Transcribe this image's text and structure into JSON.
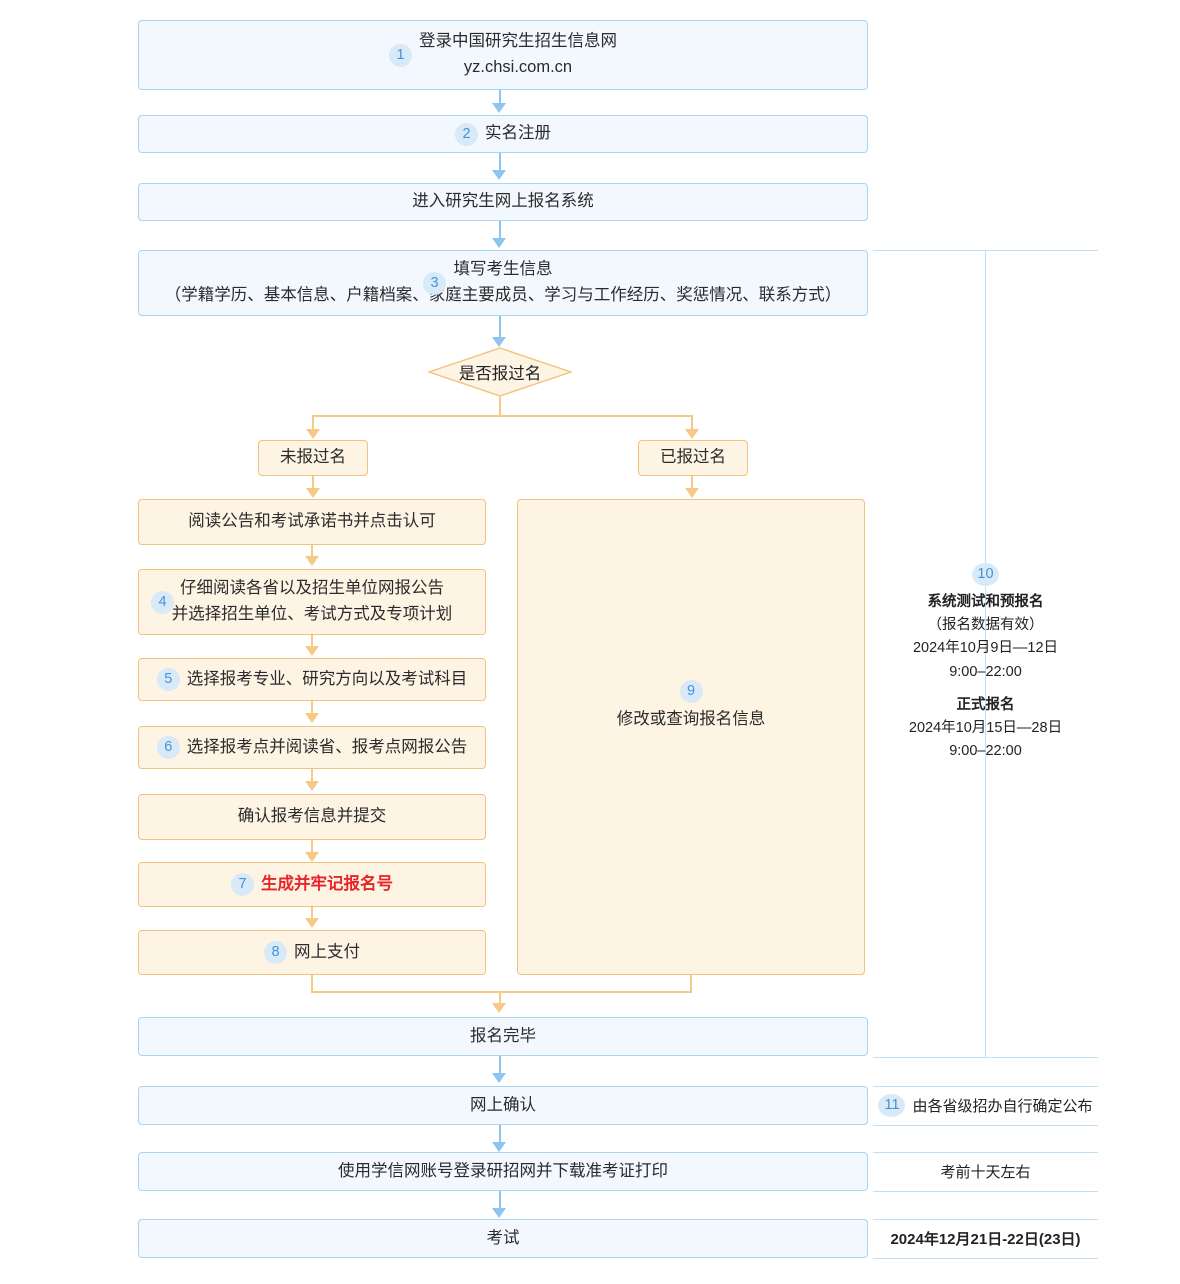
{
  "flow": {
    "nodes": [
      {
        "id": "login",
        "num": "1",
        "lines": [
          "登录中国研究生招生信息网",
          "yz.chsi.com.cn"
        ],
        "style": "blue"
      },
      {
        "id": "register",
        "num": "2",
        "lines": [
          "实名注册"
        ],
        "style": "blue"
      },
      {
        "id": "enter",
        "num": "",
        "lines": [
          "进入研究生网上报名系统"
        ],
        "style": "blue"
      },
      {
        "id": "fillinfo",
        "num": "3",
        "lines": [
          "填写考生信息",
          "（学籍学历、基本信息、户籍档案、家庭主要成员、学习与工作经历、奖惩情况、联系方式）"
        ],
        "style": "blue"
      },
      {
        "id": "decision",
        "num": "",
        "lines": [
          "是否报过名"
        ],
        "style": "diamond"
      },
      {
        "id": "branch-no",
        "num": "",
        "lines": [
          "未报过名"
        ],
        "style": "orange"
      },
      {
        "id": "branch-yes",
        "num": "",
        "lines": [
          "已报过名"
        ],
        "style": "orange"
      },
      {
        "id": "read-notice",
        "num": "",
        "lines": [
          "阅读公告和考试承诺书并点击认可"
        ],
        "style": "orange"
      },
      {
        "id": "read-prov",
        "num": "4",
        "lines": [
          "仔细阅读各省以及招生单位网报公告",
          "并选择招生单位、考试方式及专项计划"
        ],
        "style": "orange"
      },
      {
        "id": "choose-major",
        "num": "5",
        "lines": [
          "选择报考专业、研究方向以及考试科目"
        ],
        "style": "orange"
      },
      {
        "id": "choose-site",
        "num": "6",
        "lines": [
          "选择报考点并阅读省、报考点网报公告"
        ],
        "style": "orange"
      },
      {
        "id": "confirm",
        "num": "",
        "lines": [
          "确认报考信息并提交"
        ],
        "style": "orange"
      },
      {
        "id": "gen-number",
        "num": "7",
        "lines": [
          "生成并牢记报名号"
        ],
        "style": "orange",
        "emphasis": "red"
      },
      {
        "id": "pay",
        "num": "8",
        "lines": [
          "网上支付"
        ],
        "style": "orange"
      },
      {
        "id": "modify",
        "num": "9",
        "lines": [
          "修改或查询报名信息"
        ],
        "style": "orange"
      },
      {
        "id": "done",
        "num": "",
        "lines": [
          "报名完毕"
        ],
        "style": "blue"
      },
      {
        "id": "online-confirm",
        "num": "",
        "lines": [
          "网上确认"
        ],
        "style": "blue"
      },
      {
        "id": "download-ticket",
        "num": "",
        "lines": [
          "使用学信网账号登录研招网并下载准考证打印"
        ],
        "style": "blue"
      },
      {
        "id": "exam",
        "num": "",
        "lines": [
          "考试"
        ],
        "style": "blue"
      }
    ]
  },
  "timeline": {
    "registration": {
      "num": "10",
      "test_title": "系统测试和预报名",
      "test_sub": "（报名数据有效）",
      "test_date": "2024年10月9日—12日",
      "test_time": "9:00–22:00",
      "formal_title": "正式报名",
      "formal_date": "2024年10月15日—28日",
      "formal_time": "9:00–22:00"
    },
    "confirm_row": {
      "num": "11",
      "text": "由各省级招办自行确定公布"
    },
    "ticket_row": {
      "num": "",
      "text": "考前十天左右"
    },
    "exam_row": {
      "num": "",
      "text": "2024年12月21日-22日(23日)"
    }
  },
  "colors": {
    "blue_fill": "#f2f8fd",
    "blue_border": "#a7d5f2",
    "orange_fill": "#fdf4e4",
    "orange_border": "#f3c27c",
    "badge_fill": "#d8e9f8",
    "badge_text": "#4792d6",
    "arrow_blue": "#8ec5ef",
    "arrow_orange": "#f7c987",
    "emphasis_red": "#e8252a"
  }
}
